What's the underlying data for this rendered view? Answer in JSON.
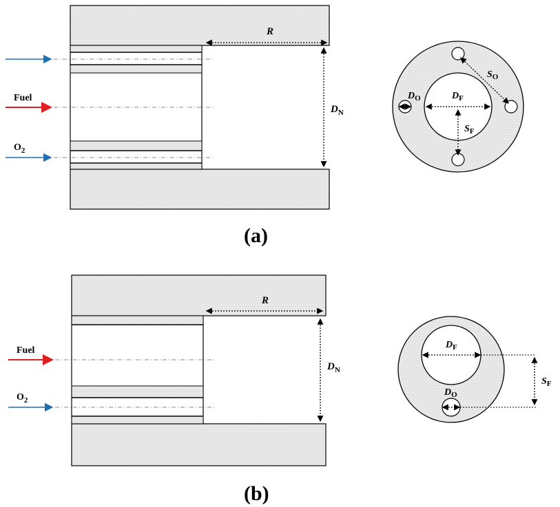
{
  "panel_a": {
    "caption": "(a)",
    "labels": {
      "fuel": "Fuel",
      "o2_main": "O",
      "o2_sub": "2",
      "r": "R",
      "dn_main": "D",
      "dn_sub": "N",
      "do_main": "D",
      "do_sub": "O",
      "df_main": "D",
      "df_sub": "F",
      "so_main": "S",
      "so_sub": "O",
      "sf_main": "S",
      "sf_sub": "F"
    }
  },
  "panel_b": {
    "caption": "(b)",
    "labels": {
      "fuel": "Fuel",
      "o2_main": "O",
      "o2_sub": "2",
      "r": "R",
      "dn_main": "D",
      "dn_sub": "N",
      "df_main": "D",
      "df_sub": "F",
      "do_main": "D",
      "do_sub": "O",
      "sf_main": "S",
      "sf_sub": "F"
    }
  },
  "colors": {
    "fuel_arrow": "#e02020",
    "o2_arrow": "#1f6fb4",
    "hatch": "#e6e6e6",
    "line": "#000000"
  }
}
